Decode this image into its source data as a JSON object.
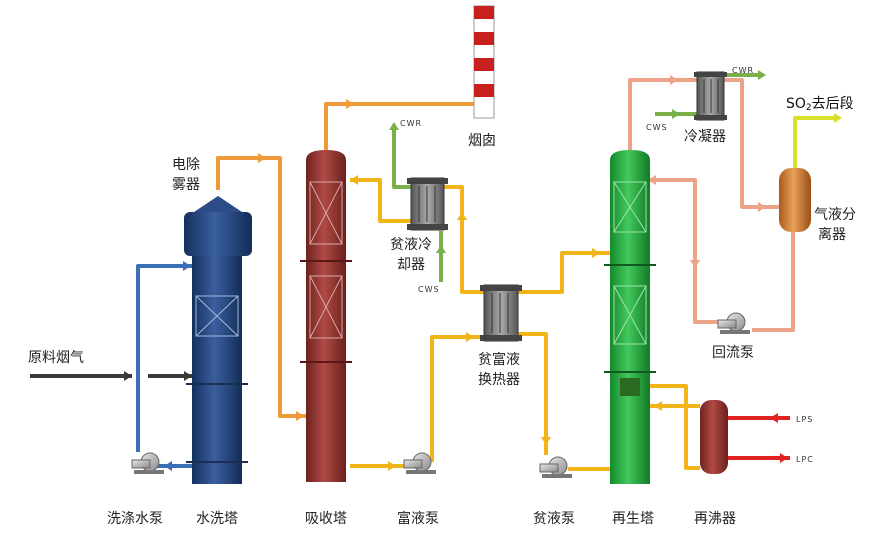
{
  "labels": {
    "raw_flue_gas": "原料烟气",
    "wash_pump": "洗涤水泵",
    "wash_tower": "水洗塔",
    "esp_line1": "电除",
    "esp_line2": "雾器",
    "absorber": "吸收塔",
    "stack": "烟囱",
    "lean_cooler_line1": "贫液冷",
    "lean_cooler_line2": "却器",
    "rich_pump": "富液泵",
    "hx_line1": "贫富液",
    "hx_line2": "换热器",
    "lean_pump": "贫液泵",
    "regenerator": "再生塔",
    "reboiler": "再沸器",
    "condenser": "冷凝器",
    "separator_line1": "气液分",
    "separator_line2": "离器",
    "reflux_pump": "回流泵",
    "so2_prefix": "SO",
    "so2_sub": "2",
    "so2_suffix": "去后段",
    "cwr_1": "CWR",
    "cws_1": "CWS",
    "cwr_2": "CWR",
    "cws_2": "CWS",
    "lps": "LPS",
    "lpc": "LPC"
  },
  "colors": {
    "wash_tower": "#1f3f7a",
    "absorber": "#8f2f2c",
    "regenerator": "#1fa23a",
    "separator": "#c8772e",
    "reboiler": "#9e2f2c",
    "orange_line": "#ef9a3a",
    "yellow_line": "#f2b519",
    "salmon_line": "#eda388",
    "green_line": "#7ab04a",
    "blue_line": "#3a6fb6",
    "red_line": "#e02222",
    "lime_line": "#d9e02a"
  },
  "icons": [
    "centrifugal-pump-icon",
    "plate-heat-exchanger-icon",
    "flow-arrow-icon"
  ]
}
